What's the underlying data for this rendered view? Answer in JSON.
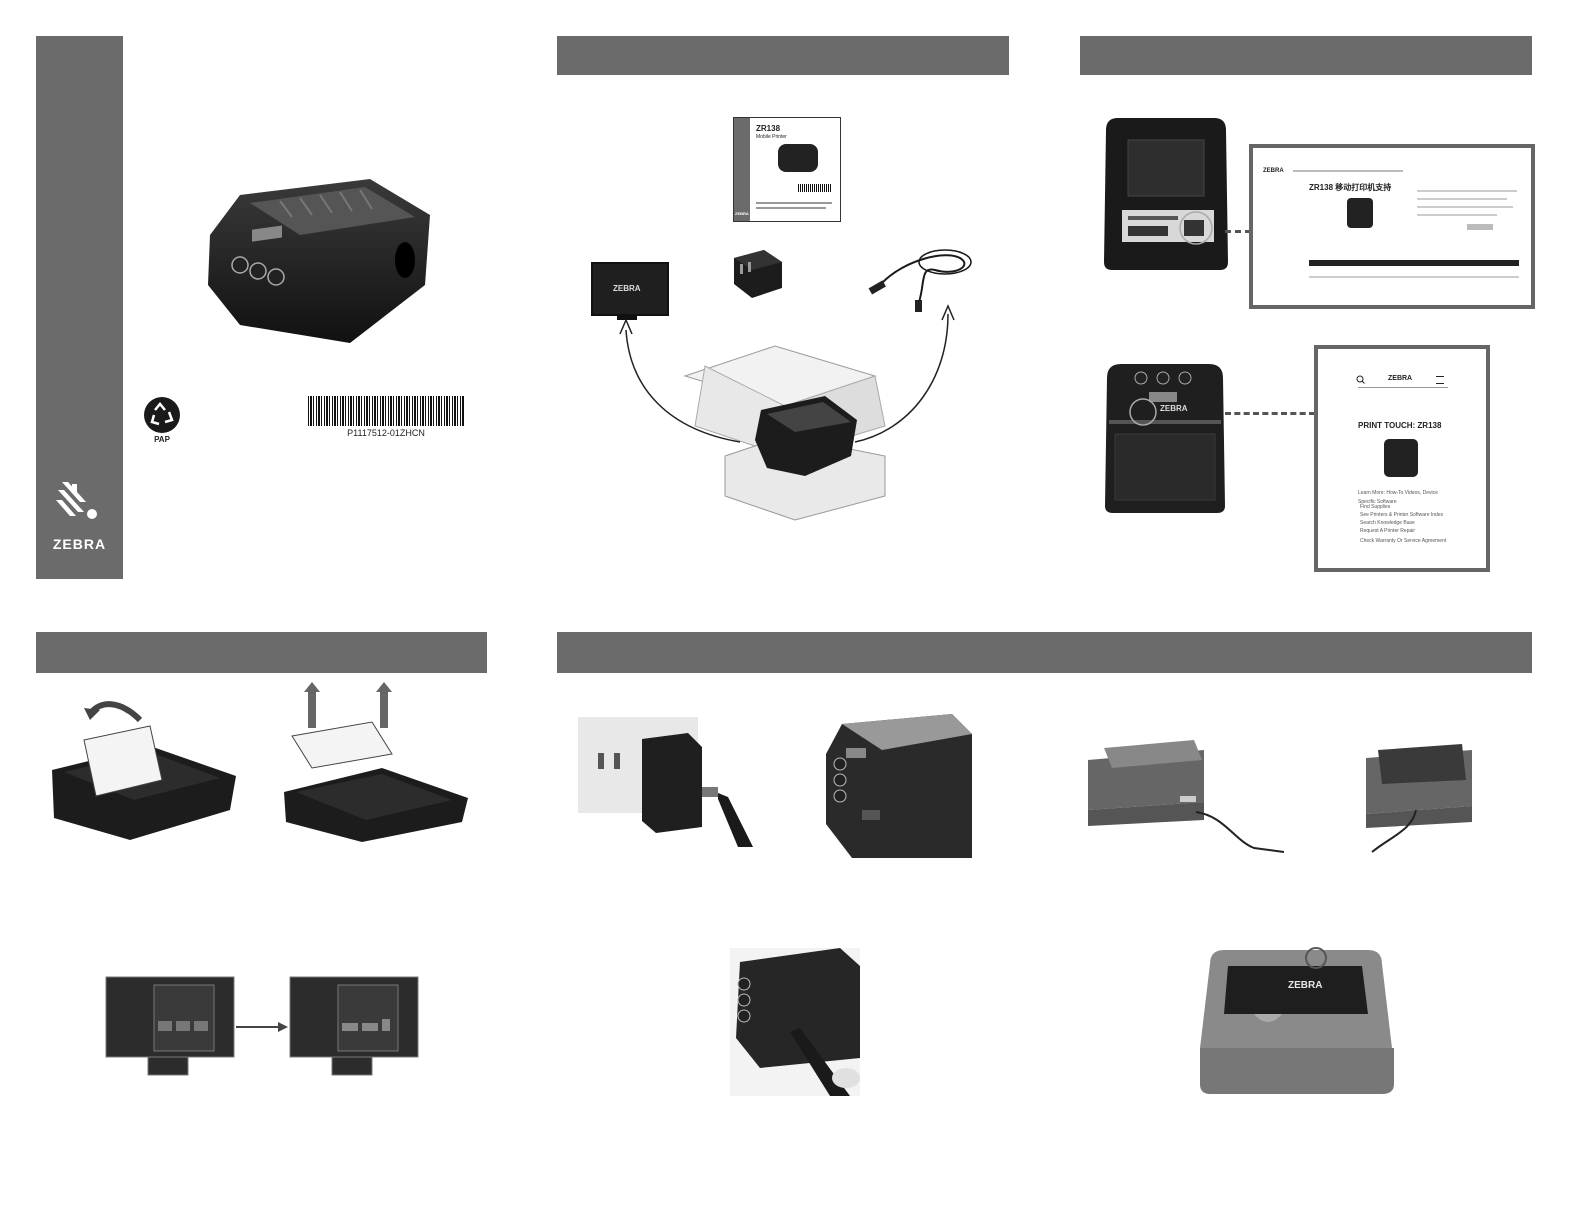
{
  "cover": {
    "recycle_label": "PAP",
    "barcode_text": "P1117512-01ZHCN",
    "brand": "ZEBRA"
  },
  "box_contents": {
    "doc_title": "ZR138",
    "doc_subtitle": "Mobile Printer",
    "doc_brand": "ZEBRA",
    "battery_brand": "ZEBRA"
  },
  "support": {
    "web_brand": "ZEBRA",
    "web_title": "ZR138 移动打印机支持",
    "mobile_brand": "ZEBRA",
    "mobile_title": "PRINT TOUCH: ZR138",
    "mobile_links": [
      "Learn More: How-To Videos, Device Specific Software",
      "Find Supplies",
      "See Printers & Printer Software Index",
      "Search Knowledge Base",
      "Request A Printer Repair",
      "Check Warranty Or Service Agreement"
    ]
  },
  "printer_front_brand": "ZEBRA",
  "cradle_brand": "ZEBRA"
}
